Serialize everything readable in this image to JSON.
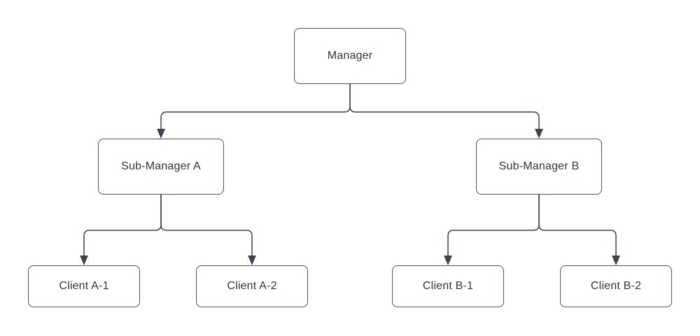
{
  "diagram": {
    "type": "org-chart",
    "title": "",
    "nodes": [
      {
        "id": "manager",
        "label": "Manager",
        "level": 1
      },
      {
        "id": "sub_a",
        "label": "Sub-Manager A",
        "level": 2
      },
      {
        "id": "sub_b",
        "label": "Sub-Manager B",
        "level": 2
      },
      {
        "id": "client_a1",
        "label": "Client A-1",
        "level": 3
      },
      {
        "id": "client_a2",
        "label": "Client A-2",
        "level": 3
      },
      {
        "id": "client_b1",
        "label": "Client B-1",
        "level": 3
      },
      {
        "id": "client_b2",
        "label": "Client B-2",
        "level": 3
      }
    ],
    "edges": [
      {
        "from": "manager",
        "to": "sub_a",
        "arrow": "triangle"
      },
      {
        "from": "manager",
        "to": "sub_b",
        "arrow": "triangle"
      },
      {
        "from": "sub_a",
        "to": "client_a1",
        "arrow": "triangle"
      },
      {
        "from": "sub_a",
        "to": "client_a2",
        "arrow": "triangle"
      },
      {
        "from": "sub_b",
        "to": "client_b1",
        "arrow": "triangle"
      },
      {
        "from": "sub_b",
        "to": "client_b2",
        "arrow": "triangle"
      }
    ],
    "colors": {
      "background": "#ffffff",
      "node_fill": "#ffffff",
      "node_border": "#4a515c",
      "connector": "#3b4250",
      "text": "#2e3440"
    }
  }
}
